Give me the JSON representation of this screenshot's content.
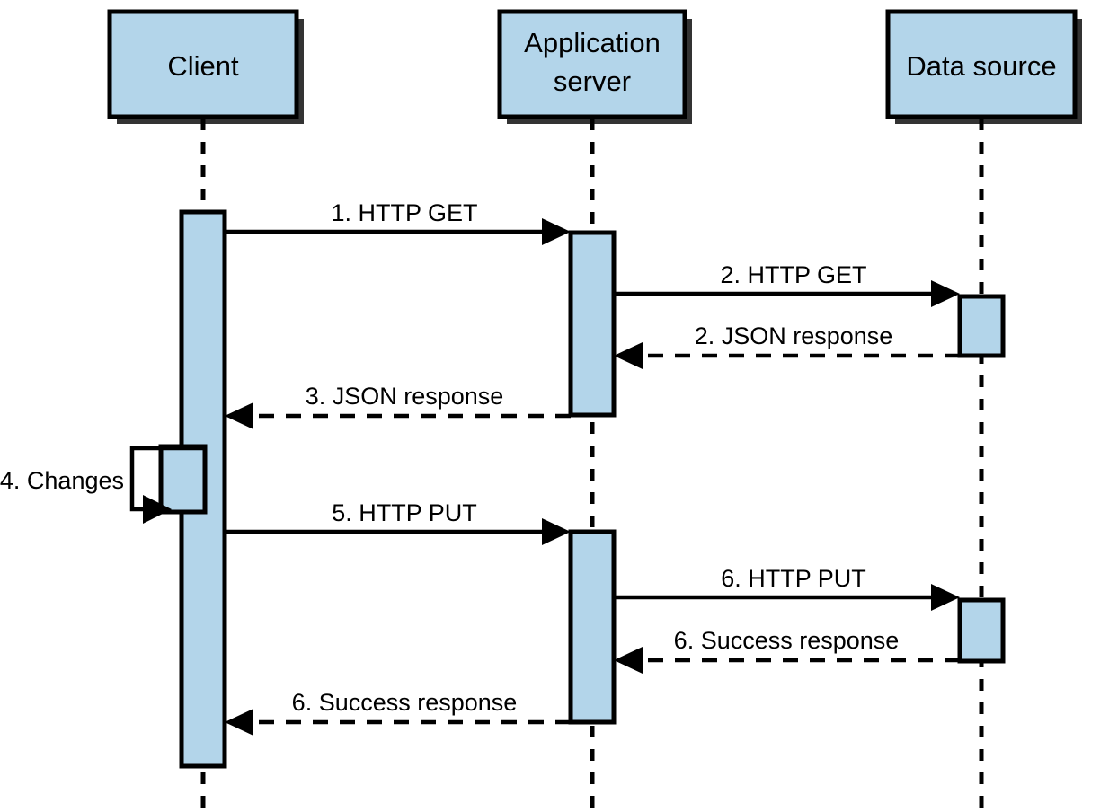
{
  "diagram": {
    "type": "uml-sequence-diagram",
    "title": "",
    "colors": {
      "participant_fill": "#b3d5ea",
      "activation_fill": "#b3d5ea",
      "stroke": "#000000",
      "background": "#ffffff"
    },
    "participants": [
      {
        "id": "client",
        "label": "Client",
        "label_lines": [
          "Client"
        ]
      },
      {
        "id": "app_server",
        "label": "Application server",
        "label_lines": [
          "Application",
          "server"
        ]
      },
      {
        "id": "data_source",
        "label": "Data source",
        "label_lines": [
          "Data source"
        ]
      }
    ],
    "messages": [
      {
        "seq": "1",
        "label": "1. HTTP GET",
        "from": "client",
        "to": "app_server",
        "kind": "call",
        "line": "solid"
      },
      {
        "seq": "2",
        "label": "2. HTTP GET",
        "from": "app_server",
        "to": "data_source",
        "kind": "call",
        "line": "solid"
      },
      {
        "seq": "2r",
        "label": "2. JSON response",
        "from": "data_source",
        "to": "app_server",
        "kind": "return",
        "line": "dashed"
      },
      {
        "seq": "3",
        "label": "3. JSON response",
        "from": "app_server",
        "to": "client",
        "kind": "return",
        "line": "dashed"
      },
      {
        "seq": "4",
        "label": "4. Changes",
        "from": "client",
        "to": "client",
        "kind": "self-call",
        "line": "solid"
      },
      {
        "seq": "5",
        "label": "5. HTTP PUT",
        "from": "client",
        "to": "app_server",
        "kind": "call",
        "line": "solid"
      },
      {
        "seq": "6",
        "label": "6. HTTP PUT",
        "from": "app_server",
        "to": "data_source",
        "kind": "call",
        "line": "solid"
      },
      {
        "seq": "6r",
        "label": "6. Success response",
        "from": "data_source",
        "to": "app_server",
        "kind": "return",
        "line": "dashed"
      },
      {
        "seq": "6c",
        "label": "6. Success response",
        "from": "app_server",
        "to": "client",
        "kind": "return",
        "line": "dashed"
      }
    ]
  }
}
